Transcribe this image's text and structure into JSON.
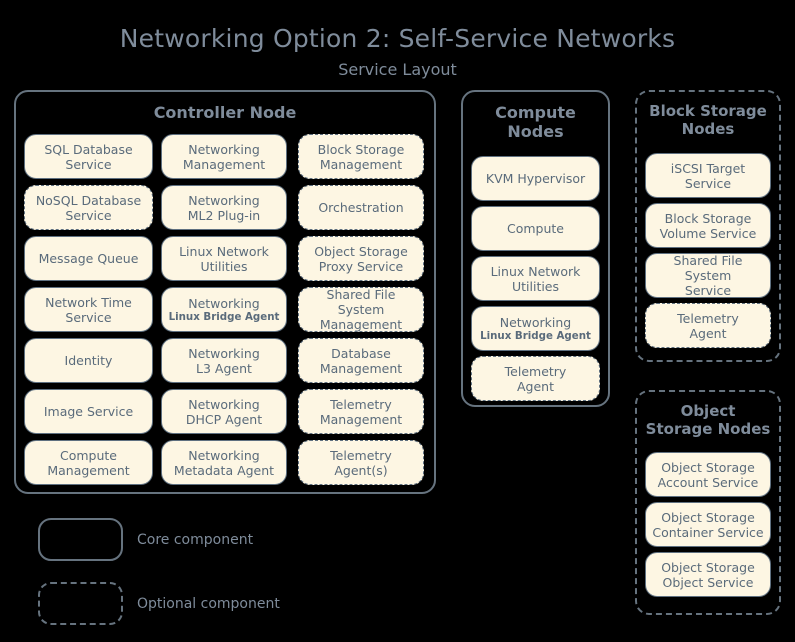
{
  "header": {
    "title": "Networking Option 2: Self-Service Networks",
    "subtitle": "Service Layout"
  },
  "colors": {
    "background": "#000000",
    "box_fill": "#fdf6e3",
    "box_border": "#5f7080",
    "text": "#5a6b7b",
    "title_text": "#7f8c9b",
    "group_border": "#66737f"
  },
  "groups": {
    "controller": {
      "title": "Controller Node",
      "optional": false,
      "columns": [
        {
          "items": [
            {
              "line1": "SQL Database",
              "line2": "Service",
              "optional": false
            },
            {
              "line1": "NoSQL Database",
              "line2": "Service",
              "optional": true
            },
            {
              "line1": "Message Queue",
              "line2": "",
              "optional": false
            },
            {
              "line1": "Network Time",
              "line2": "Service",
              "optional": false
            },
            {
              "line1": "Identity",
              "line2": "",
              "optional": false
            },
            {
              "line1": "Image Service",
              "line2": "",
              "optional": false
            },
            {
              "line1": "Compute",
              "line2": "Management",
              "optional": false
            }
          ]
        },
        {
          "items": [
            {
              "line1": "Networking",
              "line2": "Management",
              "optional": false
            },
            {
              "line1": "Networking",
              "line2": "ML2 Plug-in",
              "optional": false
            },
            {
              "line1": "Linux Network",
              "line2": "Utilities",
              "optional": false
            },
            {
              "line1": "Networking",
              "line2": "Linux Bridge Agent",
              "small2": true,
              "optional": false
            },
            {
              "line1": "Networking",
              "line2": "L3 Agent",
              "optional": false
            },
            {
              "line1": "Networking",
              "line2": "DHCP Agent",
              "optional": false
            },
            {
              "line1": "Networking",
              "line2": "Metadata Agent",
              "optional": false
            }
          ]
        },
        {
          "items": [
            {
              "line1": "Block Storage",
              "line2": "Management",
              "optional": true
            },
            {
              "line1": "Orchestration",
              "line2": "",
              "optional": true
            },
            {
              "line1": "Object Storage",
              "line2": "Proxy Service",
              "optional": true
            },
            {
              "line1": "Shared File System",
              "line2": "Management",
              "optional": true
            },
            {
              "line1": "Database",
              "line2": "Management",
              "optional": true
            },
            {
              "line1": "Telemetry",
              "line2": "Management",
              "optional": true
            },
            {
              "line1": "Telemetry",
              "line2": "Agent(s)",
              "optional": true
            }
          ]
        }
      ]
    },
    "compute": {
      "title": "Compute\nNodes",
      "optional": false,
      "items": [
        {
          "line1": "KVM Hypervisor",
          "line2": "",
          "optional": false
        },
        {
          "line1": "Compute",
          "line2": "",
          "optional": false
        },
        {
          "line1": "Linux Network",
          "line2": "Utilities",
          "optional": false
        },
        {
          "line1": "Networking",
          "line2": "Linux Bridge Agent",
          "small2": true,
          "optional": false
        },
        {
          "line1": "Telemetry",
          "line2": "Agent",
          "optional": true
        }
      ]
    },
    "block_storage": {
      "title": "Block Storage\nNodes",
      "optional": true,
      "items": [
        {
          "line1": "iSCSI Target",
          "line2": "Service",
          "optional": false
        },
        {
          "line1": "Block Storage",
          "line2": "Volume Service",
          "optional": false
        },
        {
          "line1": "Shared File System",
          "line2": "Service",
          "optional": false
        },
        {
          "line1": "Telemetry",
          "line2": "Agent",
          "optional": true
        }
      ]
    },
    "object_storage": {
      "title": "Object\nStorage Nodes",
      "optional": true,
      "items": [
        {
          "line1": "Object Storage",
          "line2": "Account Service",
          "optional": false
        },
        {
          "line1": "Object Storage",
          "line2": "Container Service",
          "optional": false
        },
        {
          "line1": "Object Storage",
          "line2": "Object Service",
          "optional": false
        }
      ]
    }
  },
  "legend": {
    "core_label": "Core component",
    "optional_label": "Optional component"
  }
}
